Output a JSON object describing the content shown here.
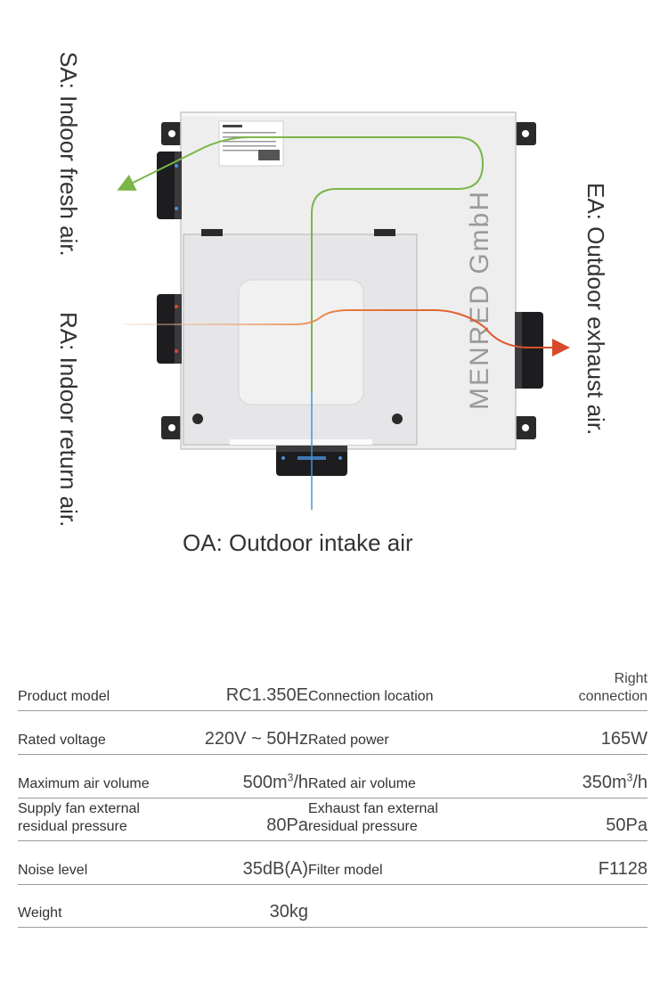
{
  "diagram": {
    "brand_text": "MENRED GmbH",
    "labels": {
      "sa": "SA: Indoor fresh air.",
      "ra": "RA: Indoor return air.",
      "ea": "EA: Outdoor exhaust air.",
      "oa": "OA: Outdoor intake air"
    },
    "colors": {
      "fresh_air": "#7ab648",
      "exhaust_air": "#d94a2a",
      "intake_air": "#4a90d9"
    }
  },
  "specs": [
    {
      "left_label": "Product model",
      "left_value": "RC1.350E",
      "right_label": "Connection location",
      "right_value": "Right connection"
    },
    {
      "left_label": "Rated voltage",
      "left_value": "220V ~ 50Hz",
      "right_label": "Rated power",
      "right_value": "165W"
    },
    {
      "left_label": "Maximum air volume",
      "left_value": "500m³/h",
      "right_label": "Rated air volume",
      "right_value": "350m³/h"
    },
    {
      "left_label": "Supply fan external residual pressure",
      "left_value": "80Pa",
      "right_label": "Exhaust fan external residual pressure",
      "right_value": "50Pa"
    },
    {
      "left_label": "Noise level",
      "left_value": "35dB(A)",
      "right_label": "Filter model",
      "right_value": "F1128"
    },
    {
      "left_label": "Weight",
      "left_value": "30kg",
      "right_label": "",
      "right_value": ""
    }
  ]
}
